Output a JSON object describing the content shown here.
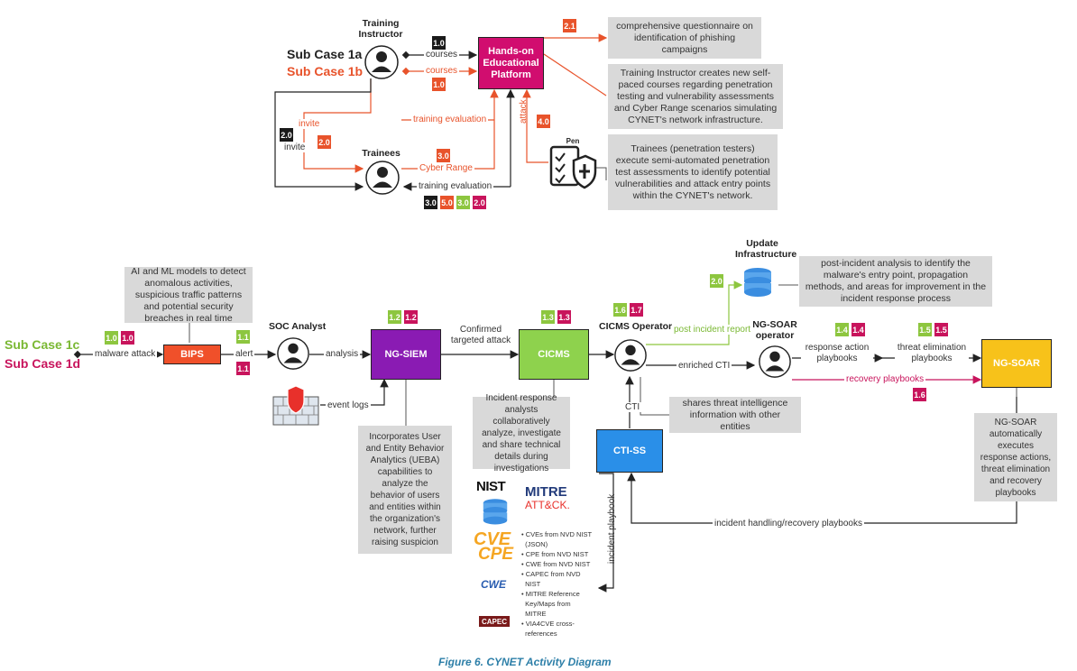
{
  "top": {
    "subcase_1a": "Sub Case 1a",
    "subcase_1b": "Sub Case 1b",
    "training_instructor": "Training Instructor",
    "trainees": "Trainees",
    "pen": "Pen",
    "platform": "Hands-on Educational Platform",
    "courses": "courses",
    "invite": "invite",
    "training_evaluation": "training evaluation",
    "cyber_range": "Cyber Range",
    "attack": "attack",
    "note_questionnaire": "comprehensive questionnaire on identification of phishing campaigns",
    "note_courses": "Training Instructor creates new self-paced courses regarding penetration testing and vulnerability assessments and Cyber Range scenarios simulating CYNET's network infrastructure.",
    "note_trainees": "Trainees (penetration testers) execute semi-automated penetration test assessments to identify potential vulnerabilities and attack entry points within the CYNET's network.",
    "badges": {
      "b10k": "1.0",
      "b10o": "1.0",
      "b21": "2.1",
      "b20k": "2.0",
      "b20o": "2.0",
      "b30": "3.0",
      "b40": "4.0",
      "row_k": "3.0",
      "row_o": "5.0",
      "row_g": "3.0",
      "row_m": "2.0"
    }
  },
  "bottom": {
    "subcase_1c": "Sub Case 1c",
    "subcase_1d": "Sub Case 1d",
    "malware_attack": "malware attack",
    "bips": "BIPS",
    "alert": "alert",
    "soc_analyst": "SOC Analyst",
    "analysis": "analysis",
    "ng_siem": "NG-SIEM",
    "event_logs": "event logs",
    "confirmed_attack": "Confirmed targeted attack",
    "cicms": "CICMS",
    "cicms_operator": "CICMS Operator",
    "post_incident_report": "post incident report",
    "update_infrastructure": "Update Infrastructure",
    "enriched_cti": "enriched CTI",
    "ng_soar_operator": "NG-SOAR operator",
    "response_action_playbooks": "response action playbooks",
    "threat_elimination_playbooks": "threat elimination playbooks",
    "recovery_playbooks": "recovery playbooks",
    "ng_soar": "NG-SOAR",
    "cti": "CTI",
    "cti_ss": "CTI-SS",
    "incident_playbook": "incident playbook",
    "incident_handling": "incident handling/recovery playbooks",
    "note_ai": "AI and ML models to detect anomalous activities, suspicious traffic patterns and potential security breaches in real time",
    "note_ueba": "Incorporates User and Entity Behavior Analytics (UEBA) capabilities to analyze the behavior of users and entities within the organization's network, further raising suspicion",
    "note_incident": "Incident response analysts collaboratively analyze, investigate and share technical details during investigations",
    "note_shares": "shares threat intelligence information with other entities",
    "note_post": "post-incident analysis to identify the malware's entry point, propagation methods, and areas for improvement in the incident response process",
    "note_soar": "NG-SOAR automatically executes response actions, threat elimination and recovery playbooks",
    "logo_nist": "NIST",
    "logo_mitre1": "MITRE",
    "logo_mitre2": "ATT&CK.",
    "logo_cve": "CVE",
    "logo_cpe": "CPE",
    "logo_cwe": "CWE",
    "logo_capec": "CAPEC",
    "list": [
      "CVEs from NVD NIST",
      "(JSON)",
      "CPE from NVD NIST",
      "CWE from NVD NIST",
      "CAPEC from NVD",
      "NIST",
      "MITRE Reference",
      "Key/Maps from",
      "MITRE",
      "VIA4CVE cross-",
      "references"
    ],
    "badges": {
      "bips_g": "1.0",
      "bips_m": "1.0",
      "alert_g": "1.1",
      "alert_m": "1.1",
      "siem_g": "1.2",
      "siem_m": "1.2",
      "cicms_g": "1.3",
      "cicms_m": "1.3",
      "op_g": "1.6",
      "op_m": "1.7",
      "upd_g": "2.0",
      "resp_g": "1.4",
      "resp_m": "1.4",
      "thr_g": "1.5",
      "thr_m": "1.5",
      "rec_m": "1.6"
    }
  },
  "caption": "Figure 6. CYNET Activity Diagram"
}
